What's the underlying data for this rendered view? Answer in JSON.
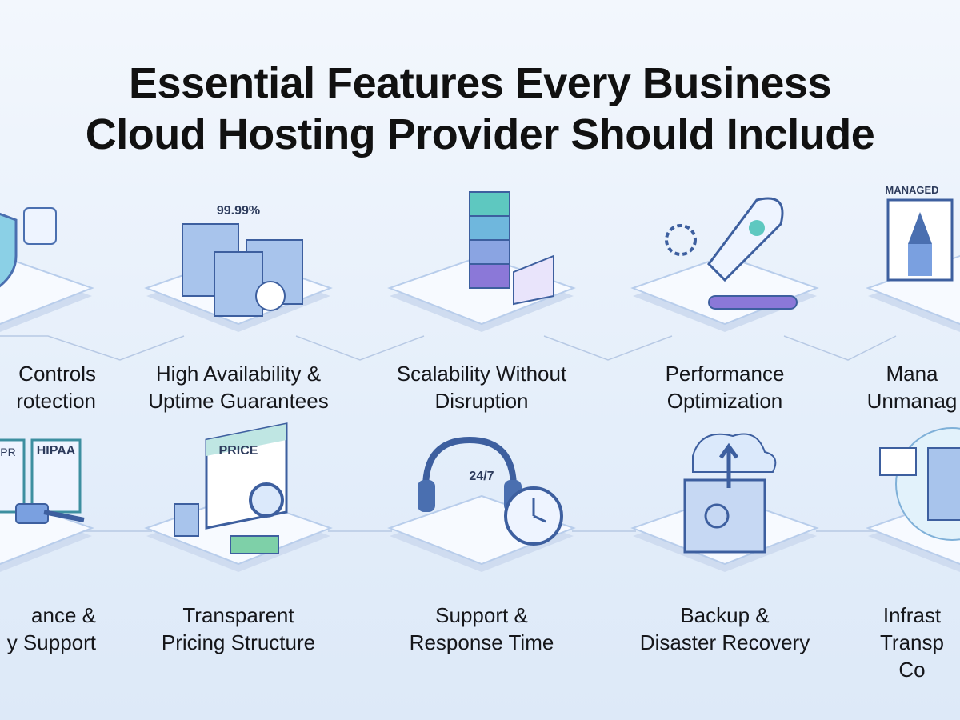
{
  "title": {
    "line1": "Essential Features Every Business",
    "line2": "Cloud Hosting Provider Should Include"
  },
  "row1": [
    {
      "line1": "Controls",
      "line2": "rotection",
      "icon": "shield-fingerprint-icon"
    },
    {
      "line1": "High Availability &",
      "line2": "Uptime Guarantees",
      "icon": "server-stack-icon",
      "badge": "99.99%"
    },
    {
      "line1": "Scalability Without",
      "line2": "Disruption",
      "icon": "scaling-servers-icon"
    },
    {
      "line1": "Performance",
      "line2": "Optimization",
      "icon": "rocket-gauge-icon"
    },
    {
      "line1": "Mana",
      "line2": "Unmanag",
      "icon": "wizard-icon",
      "badge": "MANAGED"
    }
  ],
  "row2": [
    {
      "line1": "ance &",
      "line2": "y Support",
      "icon": "compliance-gavel-icon",
      "badge": "HIPAA",
      "badge2": "PR"
    },
    {
      "line1": "Transparent",
      "line2": "Pricing Structure",
      "icon": "price-sheet-icon",
      "badge": "PRICE"
    },
    {
      "line1": "Support &",
      "line2": "Response Time",
      "icon": "headset-clock-icon",
      "badge": "24/7"
    },
    {
      "line1": "Backup &",
      "line2": "Disaster Recovery",
      "icon": "vault-cloud-icon"
    },
    {
      "line1": "Infrast",
      "line2": "Transp",
      "line3": "Co",
      "icon": "server-globe-icon"
    }
  ],
  "colors": {
    "accent": "#5b8fd6",
    "platform": "#f7faff",
    "edge": "#b8cdeb",
    "teal": "#5ec8c0",
    "purple": "#8b78d8"
  }
}
